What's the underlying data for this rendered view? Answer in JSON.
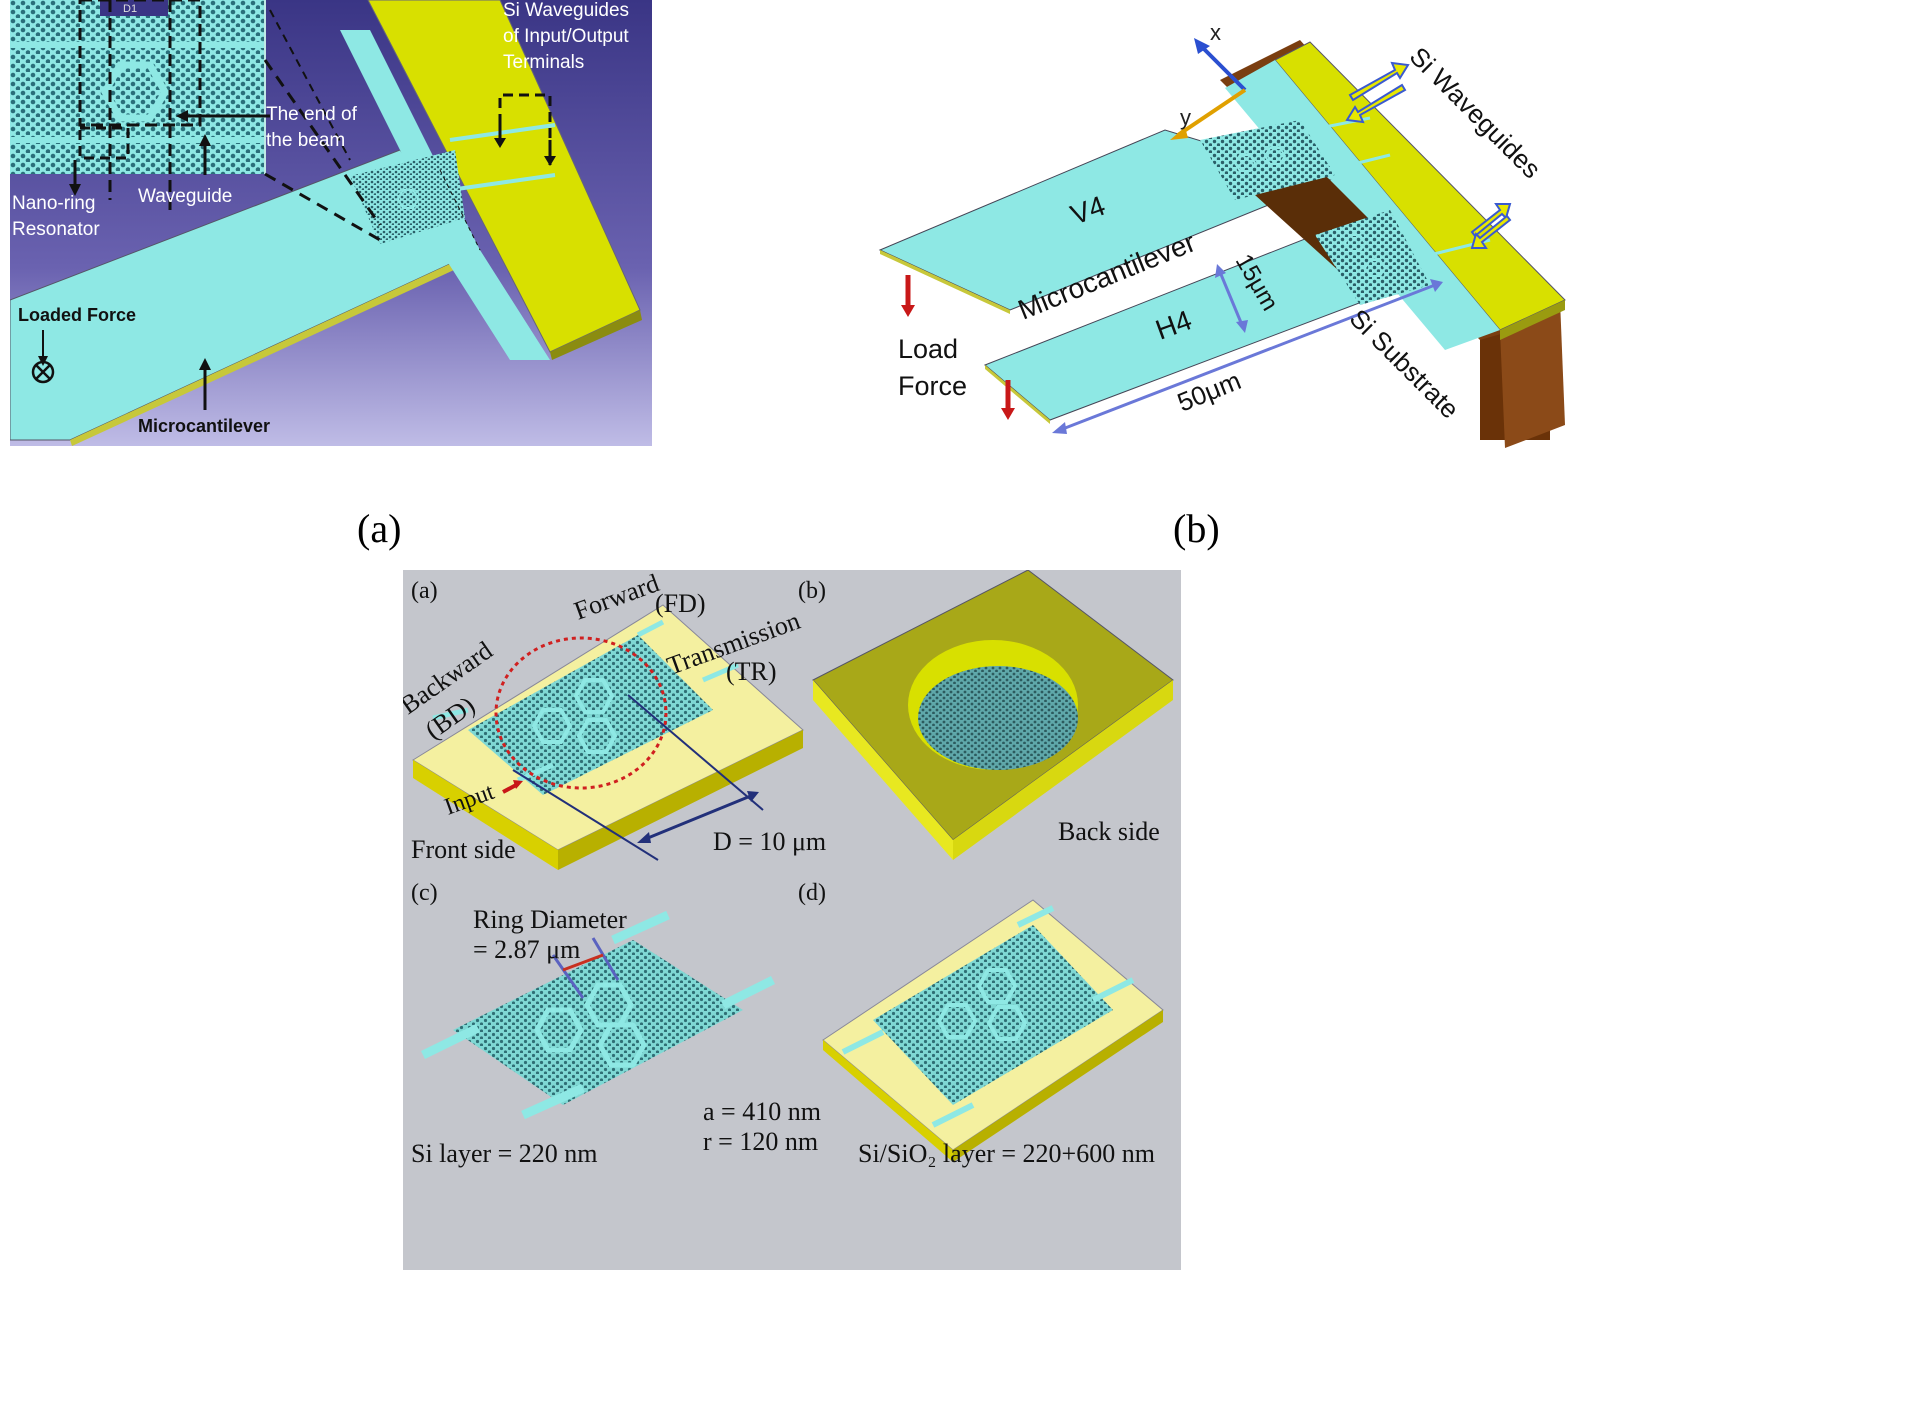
{
  "panel_a": {
    "label_d1": "D1",
    "label_si_waveguides": [
      "Si Waveguides",
      "of Input/Output",
      "Terminals"
    ],
    "label_end_of_beam": [
      "The end of",
      "the beam"
    ],
    "label_nano_ring": [
      "Nano-ring",
      "Resonator"
    ],
    "label_waveguide": "Waveguide",
    "label_loaded_force": "Loaded Force",
    "label_microcantilever": "Microcantilever",
    "caption": "(a)"
  },
  "panel_b": {
    "axis_x": "x",
    "axis_y": "y",
    "label_si_waveguides": "Si Waveguides",
    "label_v4": "V4",
    "label_h4": "H4",
    "label_microcantilever": "Microcantilever",
    "label_width": "15μm",
    "label_length": "50μm",
    "label_load": "Load",
    "label_force": "Force",
    "label_si_substrate": "Si Substrate",
    "caption": "(b)"
  },
  "panel_c": {
    "sub_a": "(a)",
    "sub_b": "(b)",
    "sub_c": "(c)",
    "sub_d": "(d)",
    "label_forward": "Forward",
    "label_fd": "(FD)",
    "label_transmission": "Transmission",
    "label_tr": "(TR)",
    "label_backward": "Backward",
    "label_bd": "(BD)",
    "label_input": "Input",
    "label_front_side": "Front side",
    "label_d": "D = 10 μm",
    "label_back_side": "Back side",
    "label_ring_diameter": "Ring Diameter",
    "label_ring_value": "= 2.87 μm",
    "label_si_layer": "Si layer = 220 nm",
    "label_a": "a = 410 nm",
    "label_r": "r =  120 nm",
    "label_sisio2": "Si/SiO₂ layer = 220+600 nm"
  },
  "colors": {
    "cyan": "#8ee8e4",
    "yellow": "#d8e000",
    "purple": "#4a3f8e",
    "brown": "#7a3e10",
    "teal": "#4a8f96",
    "gray": "#c4c6cc"
  }
}
